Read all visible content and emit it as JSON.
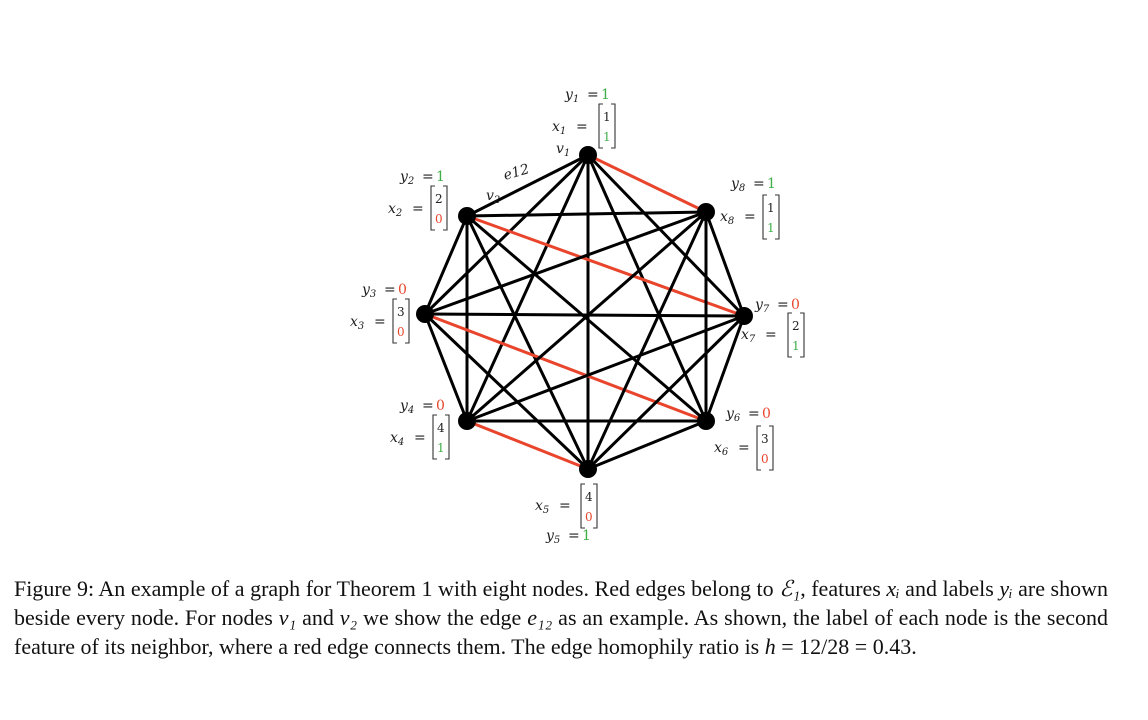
{
  "graph": {
    "nodes": [
      {
        "id": "v1",
        "label": "v1",
        "x": "1",
        "x_color": "dark",
        "f": "1",
        "f_color": "green",
        "y": "1",
        "y_color": "green"
      },
      {
        "id": "v2",
        "label": "v2",
        "x": "2",
        "x_color": "dark",
        "f": "0",
        "f_color": "red",
        "y": "1",
        "y_color": "green"
      },
      {
        "id": "v3",
        "label": "",
        "x": "3",
        "x_color": "dark",
        "f": "0",
        "f_color": "red",
        "y": "0",
        "y_color": "red"
      },
      {
        "id": "v4",
        "label": "",
        "x": "4",
        "x_color": "dark",
        "f": "1",
        "f_color": "green",
        "y": "0",
        "y_color": "red"
      },
      {
        "id": "v5",
        "label": "",
        "x": "4",
        "x_color": "dark",
        "f": "0",
        "f_color": "red",
        "y": "1",
        "y_color": "green"
      },
      {
        "id": "v6",
        "label": "",
        "x": "3",
        "x_color": "dark",
        "f": "0",
        "f_color": "red",
        "y": "0",
        "y_color": "red"
      },
      {
        "id": "v7",
        "label": "",
        "x": "2",
        "x_color": "dark",
        "f": "1",
        "f_color": "green",
        "y": "0",
        "y_color": "red"
      },
      {
        "id": "v8",
        "label": "",
        "x": "1",
        "x_color": "dark",
        "f": "1",
        "f_color": "green",
        "y": "1",
        "y_color": "green"
      }
    ],
    "red_edges": [
      [
        1,
        8
      ],
      [
        2,
        7
      ],
      [
        3,
        6
      ],
      [
        4,
        5
      ]
    ],
    "edge_label": "e12",
    "colors": {
      "black": "#000000",
      "red": "#e8452c",
      "green": "#3fae49"
    }
  },
  "caption": {
    "fig": "Figure 9:",
    "s1": " An example of a graph for Theorem 1 with eight nodes. Red edges belong to ",
    "E1": "ℰ₁",
    "s2": ", features ",
    "xi": "xᵢ",
    "s3": " and labels ",
    "yi": "yᵢ",
    "s4": " are shown beside every node. For nodes ",
    "v1": "v₁",
    "s5": " and ",
    "v2": "v₂",
    "s6": " we show the edge ",
    "e12": "e₁₂",
    "s7": " as an example. As shown, the label of each node is the second feature of its neighbor, where a red edge connects them. The edge homophily ratio is ",
    "h": "h",
    "s8": " = ",
    "frac": "12/28",
    "s9": " = 0.43."
  }
}
